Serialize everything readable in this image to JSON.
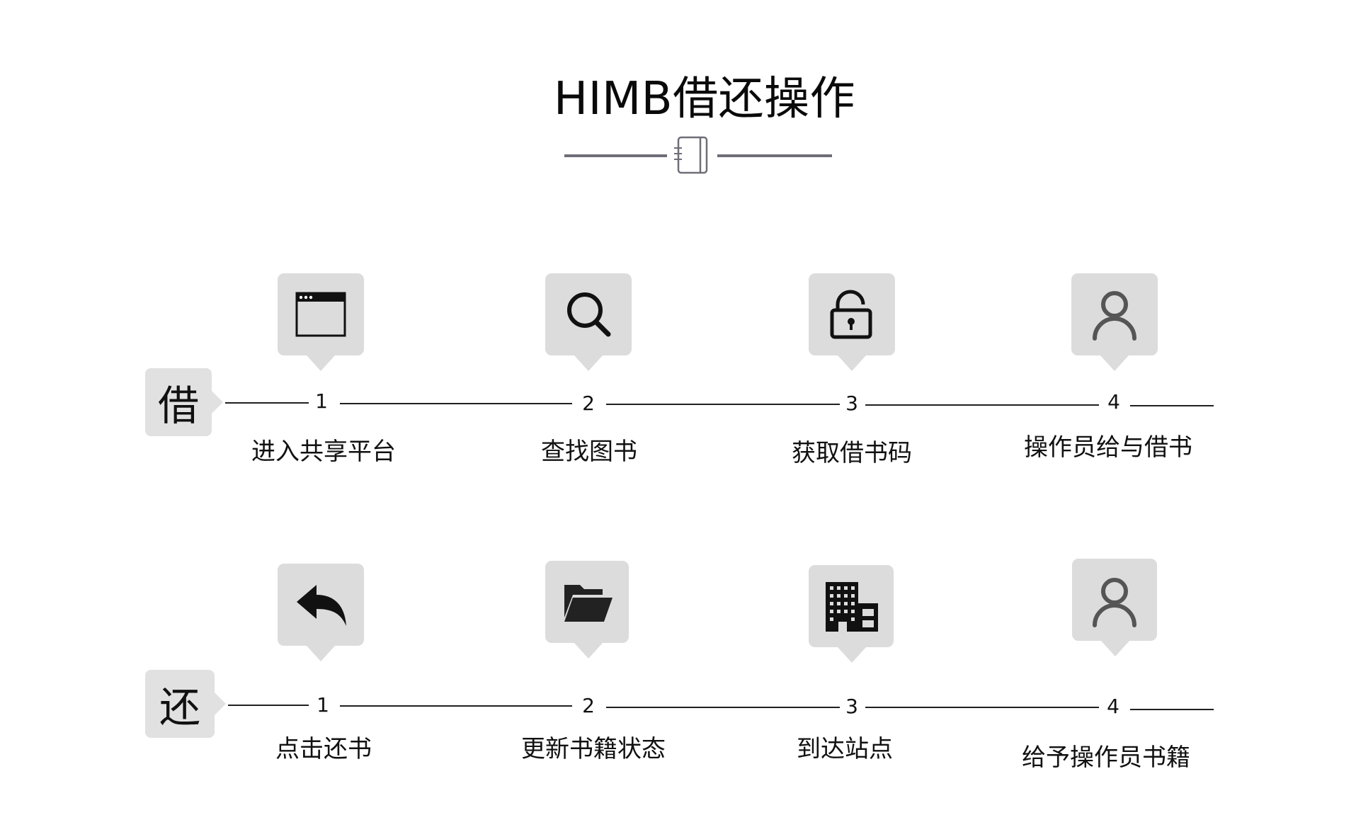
{
  "title": "HIMB借还操作",
  "borrow": {
    "tab": "借",
    "steps": [
      {
        "num": "1",
        "label": "进入共享平台",
        "icon": "browser-window-icon"
      },
      {
        "num": "2",
        "label": "查找图书",
        "icon": "search-icon"
      },
      {
        "num": "3",
        "label": "获取借书码",
        "icon": "unlock-icon"
      },
      {
        "num": "4",
        "label": "操作员给与借书",
        "icon": "user-icon"
      }
    ]
  },
  "return": {
    "tab": "还",
    "steps": [
      {
        "num": "1",
        "label": "点击还书",
        "icon": "reply-arrow-icon"
      },
      {
        "num": "2",
        "label": "更新书籍状态",
        "icon": "open-folder-icon"
      },
      {
        "num": "3",
        "label": "到达站点",
        "icon": "building-icon"
      },
      {
        "num": "4",
        "label": "给予操作员书籍",
        "icon": "user-icon"
      }
    ]
  },
  "colors": {
    "tile": "#dcdcdc",
    "divider": "#6e6e78",
    "ink": "#111111"
  }
}
